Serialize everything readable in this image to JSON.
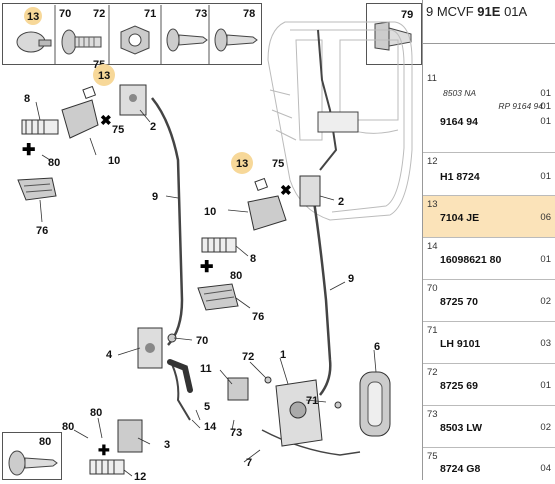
{
  "header": {
    "prefix": "9 MCVF",
    "bold": "91E",
    "suffix": "01A"
  },
  "thumbs": [
    {
      "label": "13"
    },
    {
      "label": "70"
    },
    {
      "label": "72"
    },
    {
      "label": "71"
    },
    {
      "label": "73"
    },
    {
      "label": "78"
    },
    {
      "label": "75"
    },
    {
      "label": "79"
    },
    {
      "label": "80"
    }
  ],
  "callouts": {
    "c13a": "13",
    "c8a": "8",
    "c75a": "75",
    "c2a": "2",
    "c10a": "10",
    "c80a": "80",
    "c76a": "76",
    "c9a": "9",
    "c13b": "13",
    "c75b": "75",
    "c2b": "2",
    "c10b": "10",
    "c8b": "8",
    "c80b": "80",
    "c9b": "9",
    "c76b": "76",
    "c70": "70",
    "c4": "4",
    "c72": "72",
    "c1": "1",
    "c6": "6",
    "c11": "11",
    "c5": "5",
    "c71": "71",
    "c14": "14",
    "c73": "73",
    "c80c": "80",
    "c68": "80",
    "c3": "3",
    "c7": "7",
    "c12": "12"
  },
  "parts": [
    {
      "index": "11",
      "note1": "8503 NA",
      "note2": "RP 9164 94",
      "ref": "9164 94",
      "qty1": "01",
      "qty2": "01",
      "qty3": "01"
    },
    {
      "index": "12",
      "ref": "H1 8724",
      "qty": "01"
    },
    {
      "index": "13",
      "ref": "7104 JE",
      "qty": "06",
      "selected": true
    },
    {
      "index": "14",
      "ref": "16098621 80",
      "qty": "01"
    },
    {
      "index": "70",
      "ref": "8725 70",
      "qty": "02"
    },
    {
      "index": "71",
      "ref": "LH 9101",
      "qty": "03"
    },
    {
      "index": "72",
      "ref": "8725 69",
      "qty": "01"
    },
    {
      "index": "73",
      "ref": "8503 LW",
      "qty": "02"
    },
    {
      "index": "75",
      "ref": "8724 G8",
      "qty": "04"
    }
  ],
  "colors": {
    "highlight": "#fbe3b9",
    "bubble": "#f7d899"
  }
}
